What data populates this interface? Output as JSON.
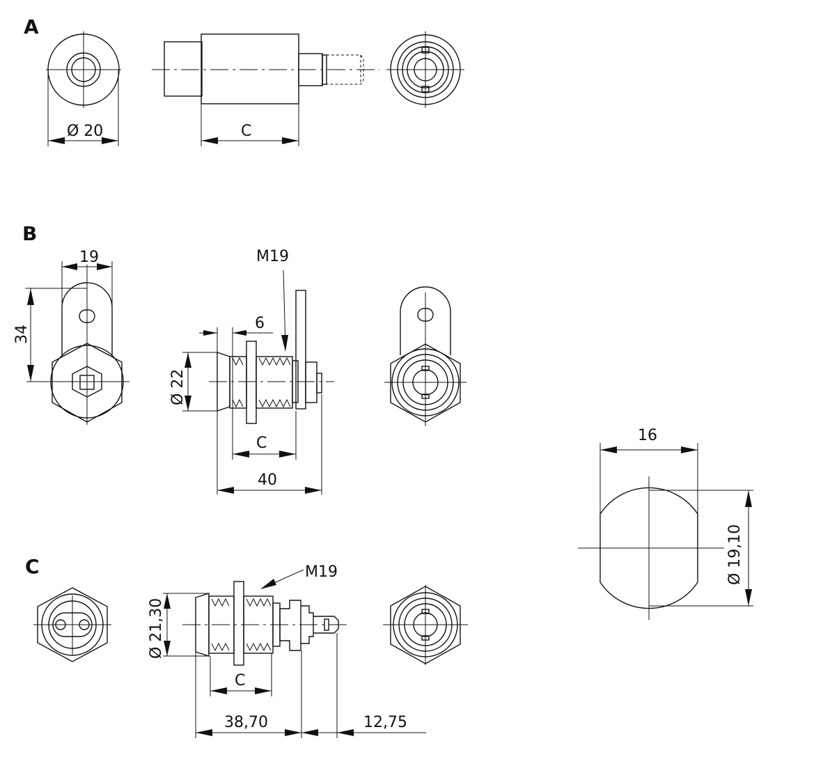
{
  "sections": {
    "a": "A",
    "b": "B",
    "c": "C"
  },
  "section_a": {
    "diameter": "Ø 20",
    "length": "C"
  },
  "section_b": {
    "width": "19",
    "height": "34",
    "thread": "M19",
    "nut": "6",
    "diameter": "Ø 22",
    "length": "C",
    "total": "40"
  },
  "section_c": {
    "thread": "M19",
    "diameter": "Ø 21,30",
    "length": "C",
    "total": "38,70",
    "tail": "12,75"
  },
  "cam_detail": {
    "width": "16",
    "diameter": "Ø 19,10"
  }
}
